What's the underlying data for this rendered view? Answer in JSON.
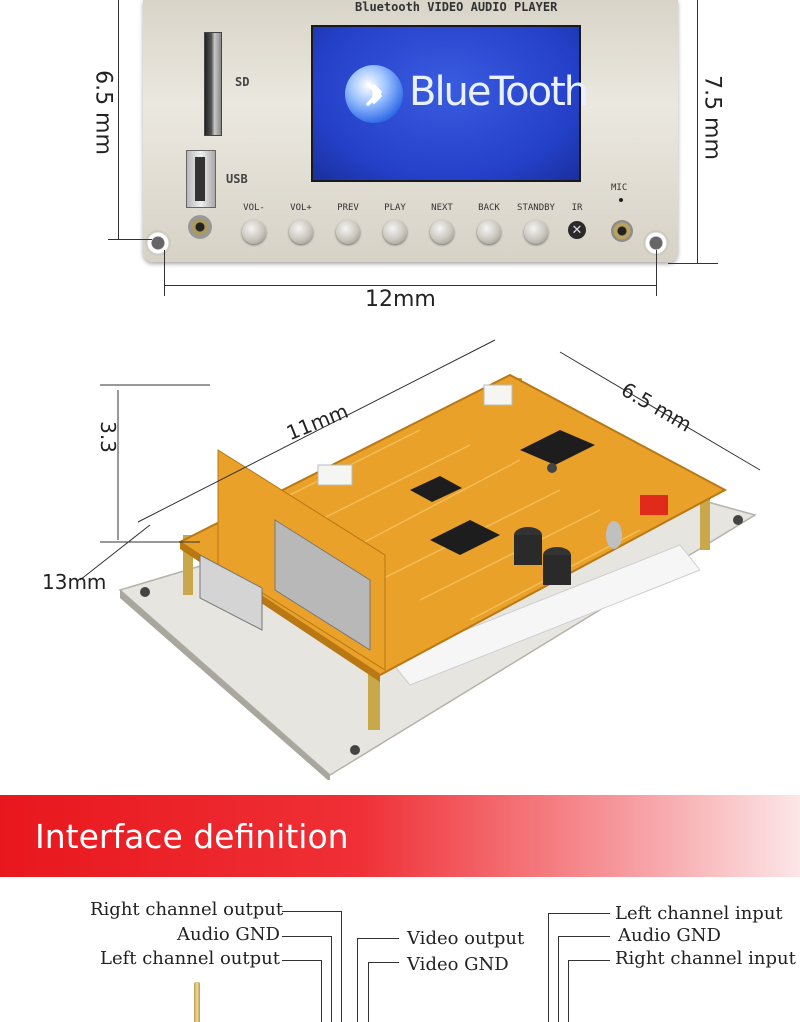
{
  "panel": {
    "header_text": "Bluetooth VIDEO AUDIO  PLAYER",
    "sd_label": "SD",
    "usb_label": "USB",
    "mic_label": "MIC",
    "screen_text": "BlueTooth",
    "buttons": [
      "VOL-",
      "VOL+",
      "PREV",
      "PLAY",
      "NEXT",
      "BACK",
      "STANDBY",
      "IR"
    ]
  },
  "dimensions": {
    "left_height": "6.5 mm",
    "right_height": "7.5 mm",
    "bottom_width": "12mm",
    "board_length": "11mm",
    "board_width": "6.5 mm",
    "board_height": "3.3",
    "board_depth": "13mm"
  },
  "banner": {
    "title": "Interface definition"
  },
  "interface": {
    "left_labels": [
      "Right channel output",
      "Audio GND",
      "Left channel output"
    ],
    "middle_labels": [
      "Video output",
      "Video GND"
    ],
    "right_labels": [
      "Left channel input",
      "Audio GND",
      "Right channel input"
    ]
  },
  "colors": {
    "banner_red": "#e8171d",
    "screen_blue": "#2440c8",
    "pcb_orange": "#e9a12a",
    "panel_silver": "#dcd8cd"
  }
}
